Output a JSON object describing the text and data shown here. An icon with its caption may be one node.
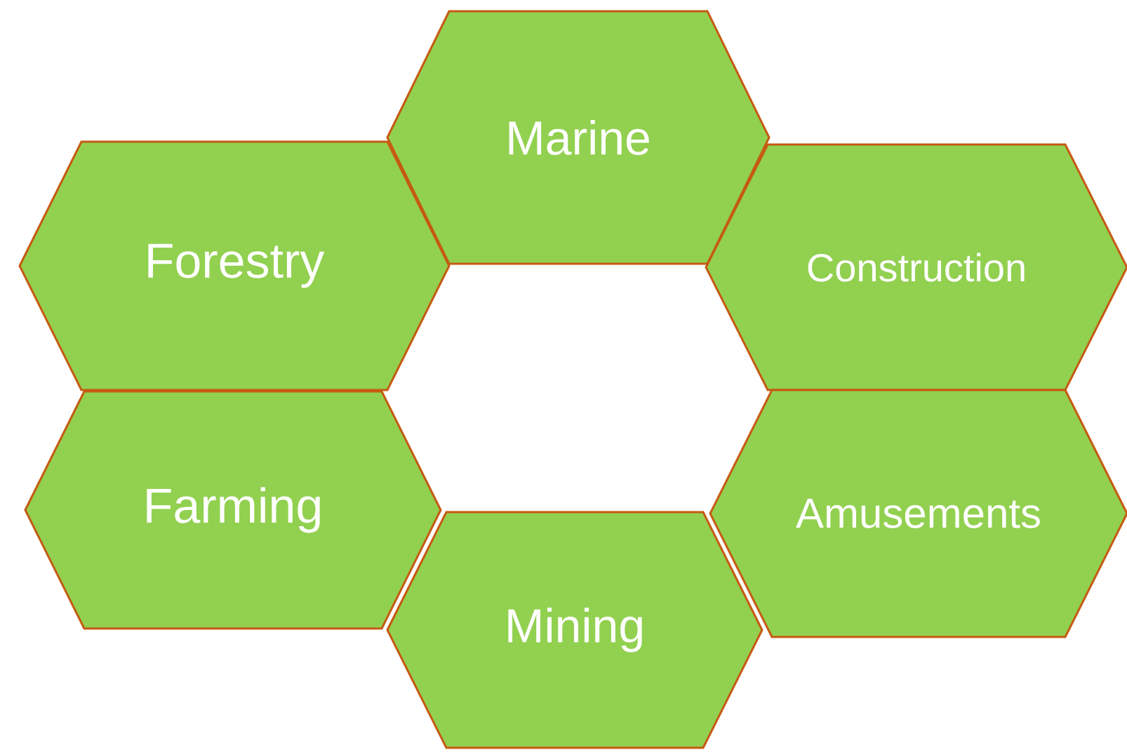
{
  "diagram": {
    "nodes": [
      {
        "text": [
          "Marine"
        ]
      },
      {
        "text": [
          "Forestry"
        ]
      },
      {
        "text": [
          "Construction"
        ]
      },
      {
        "text": [
          "Farming"
        ]
      },
      {
        "text": [
          "Amusements"
        ]
      },
      {
        "text": [
          "Mining"
        ]
      }
    ]
  }
}
